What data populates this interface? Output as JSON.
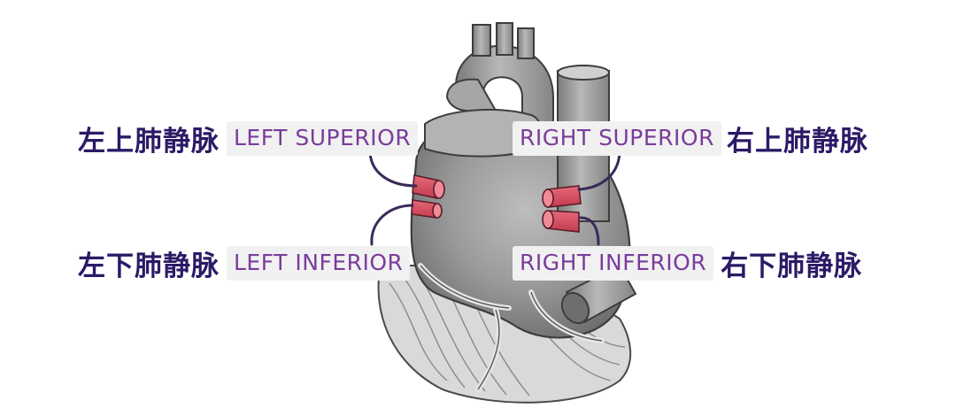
{
  "labels": {
    "left_superior": {
      "zh": "左上肺静脉",
      "en": "LEFT SUPERIOR"
    },
    "left_inferior": {
      "zh": "左下肺静脉",
      "en": "LEFT INFERIOR"
    },
    "right_superior": {
      "zh": "右上肺静脉",
      "en": "RIGHT SUPERIOR"
    },
    "right_inferior": {
      "zh": "右下肺静脉",
      "en": "RIGHT INFERIOR"
    }
  },
  "colors": {
    "chinese_text": "#2b1a66",
    "english_text": "#7a3c9c",
    "label_background": "#f1f1f1",
    "pulmonary_vein": "#d9475c",
    "heart_gray": "#9a9a9a",
    "leader_line": "#3a2a5a"
  }
}
